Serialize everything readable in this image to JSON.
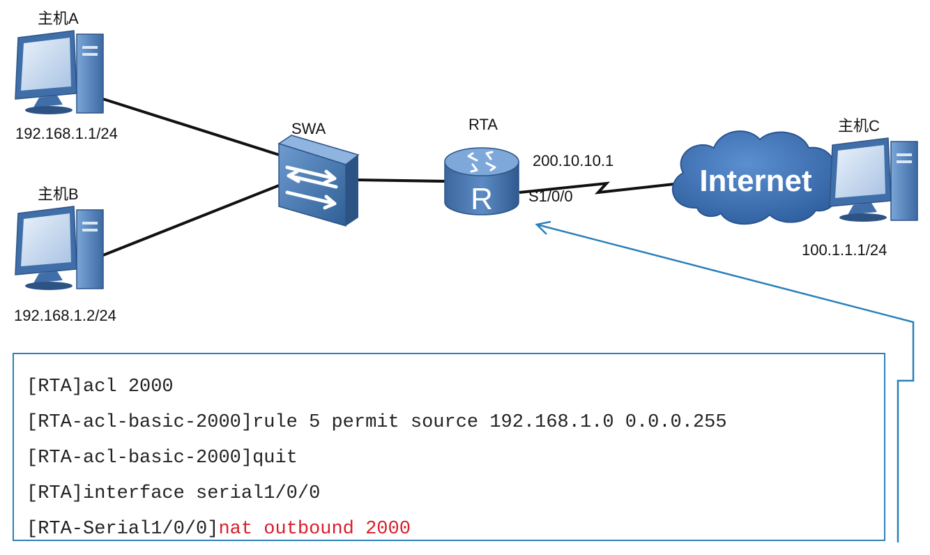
{
  "hosts": {
    "a": {
      "name": "主机A",
      "ip": "192.168.1.1/24"
    },
    "b": {
      "name": "主机B",
      "ip": "192.168.1.2/24"
    },
    "c": {
      "name": "主机C",
      "ip": "100.1.1.1/24"
    }
  },
  "switch": {
    "name": "SWA"
  },
  "router": {
    "name": "RTA",
    "letter": "R",
    "wan_ip": "200.10.10.1",
    "wan_interface": "S1/0/0"
  },
  "cloud": {
    "label": "Internet"
  },
  "config": {
    "lines": [
      {
        "prompt": "[RTA]",
        "command": "acl 2000"
      },
      {
        "prompt": "[RTA-acl-basic-2000]",
        "command": "rule 5 permit source 192.168.1.0 0.0.0.255"
      },
      {
        "prompt": "[RTA-acl-basic-2000]",
        "command": "quit"
      },
      {
        "prompt": "[RTA]",
        "command": "interface serial1/0/0"
      },
      {
        "prompt": "[RTA-Serial1/0/0]",
        "command": "nat outbound 2000"
      }
    ]
  },
  "colors": {
    "device_blue": "#2f5f96",
    "device_light": "#6e9bd0",
    "cloud": "#3b6fb4",
    "callout": "#2a80b9",
    "highlight": "#d81e2c"
  }
}
